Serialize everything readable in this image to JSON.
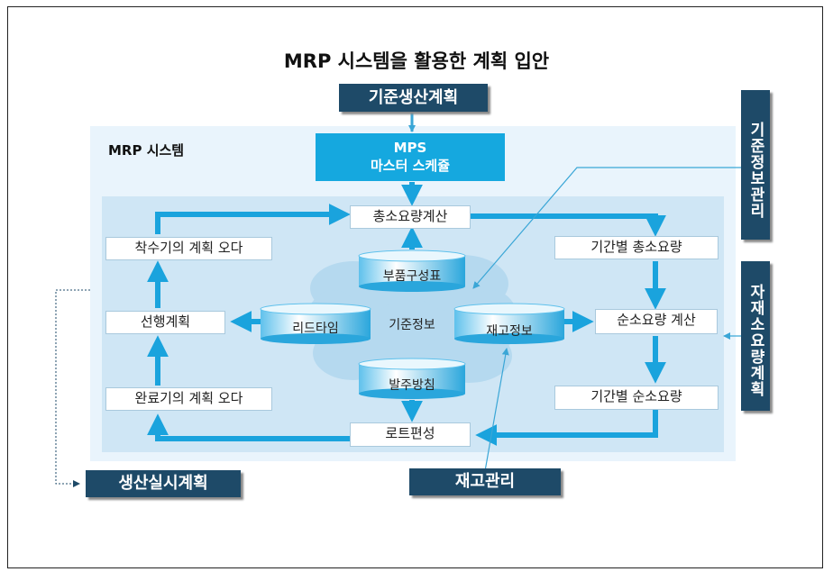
{
  "title": "MRP 시스템을 활용한 계획 입안",
  "system_label": "MRP 시스템",
  "inputs": {
    "master_plan": "기준생산계획",
    "reference_info_mgmt": "기준정보관리",
    "material_planning": "자재소요량계획"
  },
  "mps": {
    "line1": "MPS",
    "line2": "마스터 스케쥴"
  },
  "steps": {
    "gross_calc": "총소요량계산",
    "gross_by_period": "기간별 총소요량",
    "net_calc": "순소요량 계산",
    "net_by_period": "기간별 순소요량",
    "lot_sizing": "로트편성",
    "completion_offset": "완료기의 계획 오다",
    "lead_plan": "선행계획",
    "start_offset": "착수기의 계획 오다"
  },
  "databases": {
    "bom": "부품구성표",
    "lead_time": "리드타임",
    "reference_info": "기준정보",
    "inventory_info": "재고정보",
    "order_policy": "발주방침"
  },
  "outputs": {
    "execution_plan": "생산실시계획",
    "inventory_mgmt": "재고관리"
  },
  "colors": {
    "navy": "#1e4a68",
    "cyan": "#15a8df",
    "arrow": "#1aa3dd",
    "light_area": "#e9f4fc",
    "inner_area": "#cfe6f5"
  }
}
